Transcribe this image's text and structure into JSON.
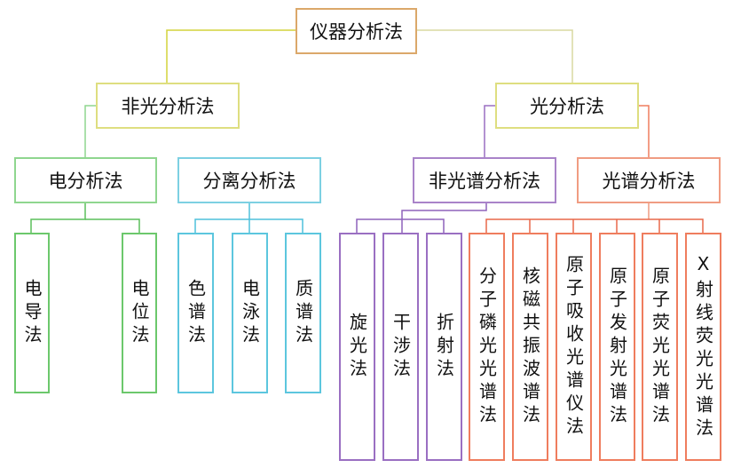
{
  "root": "仪器分析法",
  "level1": [
    "非光分析法",
    "光分析法"
  ],
  "level2": [
    "电分析法",
    "分离分析法",
    "非光谱分析法",
    "光谱分析法"
  ],
  "leaves": {
    "electro": [
      "电导法",
      "电位法"
    ],
    "separation": [
      "色谱法",
      "电泳法",
      "质谱法"
    ],
    "non_spectral": [
      "旋光法",
      "干涉法",
      "折射法"
    ],
    "spectral": [
      "分子磷光光谱法",
      "核磁共振波谱法",
      "原子吸收光谱仪法",
      "原子发射光谱法",
      "原子荧光光谱法",
      "X射线荧光光谱法"
    ]
  },
  "colors": {
    "root": "#dba86a",
    "non_optical": "#d4d43c",
    "electro": "#6cc86c",
    "separation": "#4ec0dc",
    "non_spectral": "#8e62bc",
    "spectral": "#e8684a"
  }
}
